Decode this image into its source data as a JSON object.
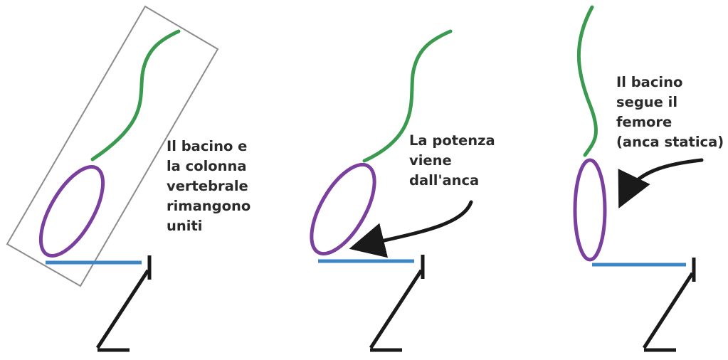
{
  "panels": [
    {
      "caption_lines": [
        "Il bacino e",
        "la colonna",
        "vertebrale",
        "rimangono",
        "uniti"
      ]
    },
    {
      "caption_lines": [
        "La potenza",
        "viene",
        "dall'anca"
      ]
    },
    {
      "caption_lines": [
        "Il bacino",
        "segue il",
        "femore",
        "(anca statica)"
      ]
    }
  ],
  "colors": {
    "spine": "#3a9a4f",
    "pelvis": "#7b3f9e",
    "femur": "#3d86c6",
    "leg": "#1a1a1a",
    "arrow": "#1a1a1a",
    "frame": "#8c8c8c",
    "text": "#2b2b2b"
  }
}
